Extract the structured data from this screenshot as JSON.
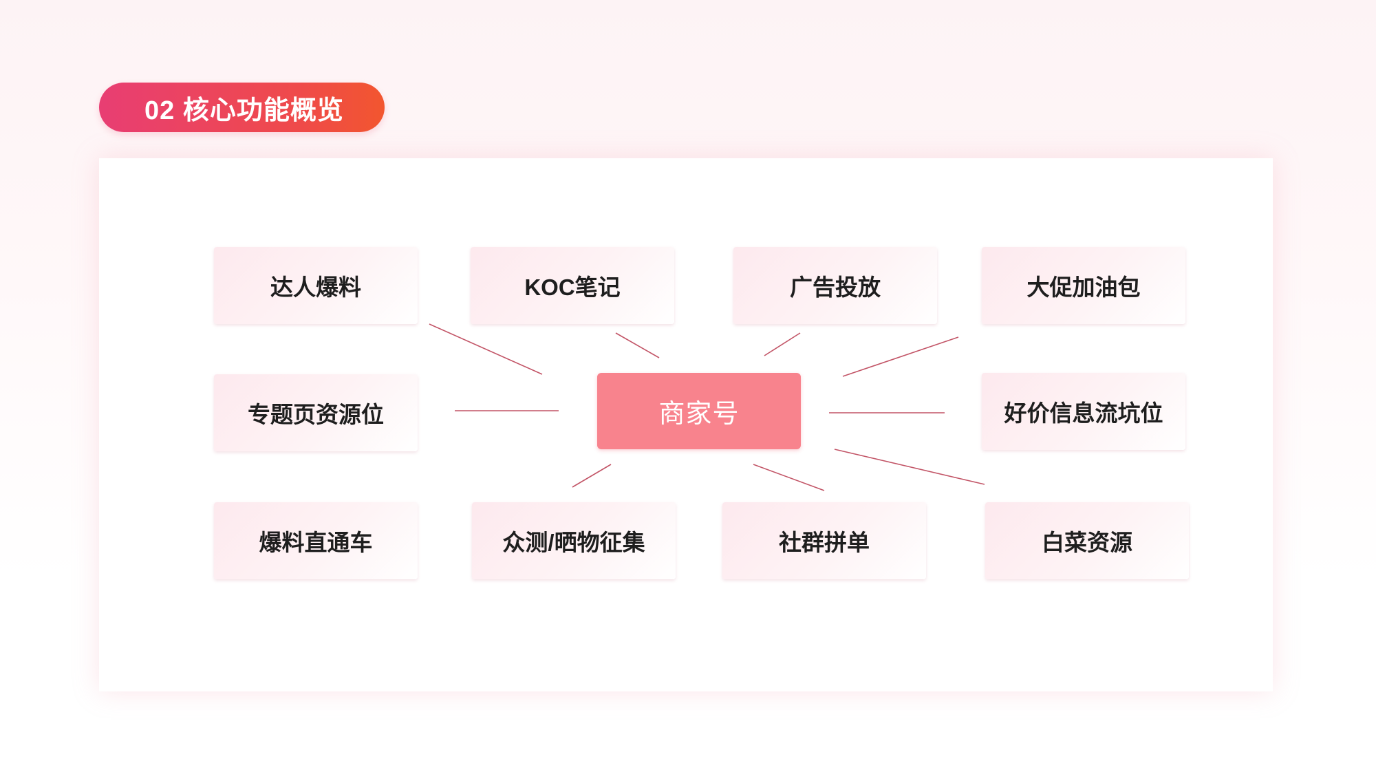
{
  "header": {
    "title": "02 核心功能概览"
  },
  "diagram": {
    "center": "商家号",
    "nodes": [
      "达人爆料",
      "KOC笔记",
      "广告投放",
      "大促加油包",
      "专题页资源位",
      "好价信息流坑位",
      "爆料直通车",
      "众测/晒物征集",
      "社群拼单",
      "白菜资源"
    ]
  }
}
